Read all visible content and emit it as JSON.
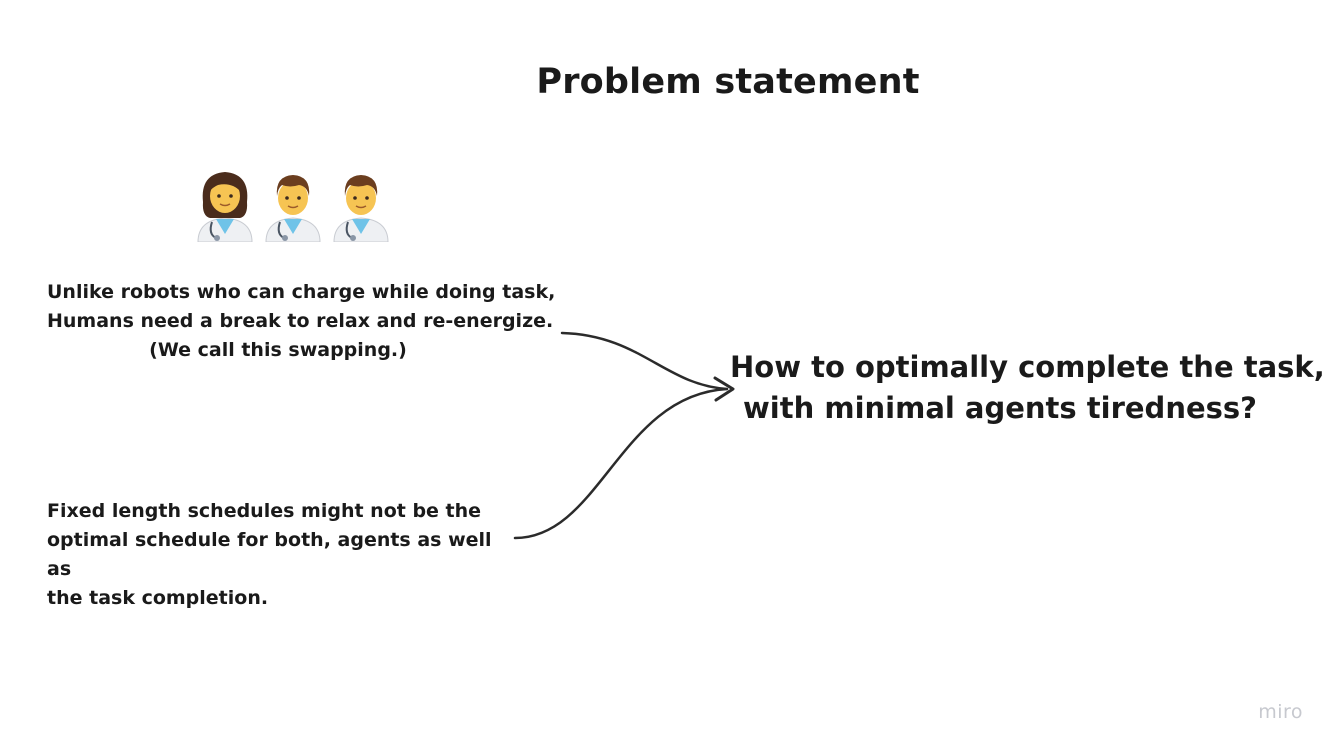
{
  "board": {
    "title": "Problem statement",
    "workers_icon": [
      "female-health-worker-icon",
      "male-health-worker-icon",
      "male-health-worker-icon"
    ],
    "note_swapping": {
      "lines": [
        "Unlike robots who can charge while doing task,",
        "Humans need a break to relax and re-energize.",
        "(We call this swapping.)"
      ]
    },
    "note_schedules": {
      "lines": [
        "Fixed length schedules might not be the",
        "optimal schedule for both, agents as well as",
        "the task completion."
      ]
    },
    "question": {
      "lines": [
        "How to optimally complete the task,",
        "with minimal agents tiredness?"
      ]
    },
    "watermark": "miro"
  },
  "colors": {
    "text": "#1a1a1a",
    "connector": "#2b2b2b",
    "watermark": "#c7c9cf"
  }
}
